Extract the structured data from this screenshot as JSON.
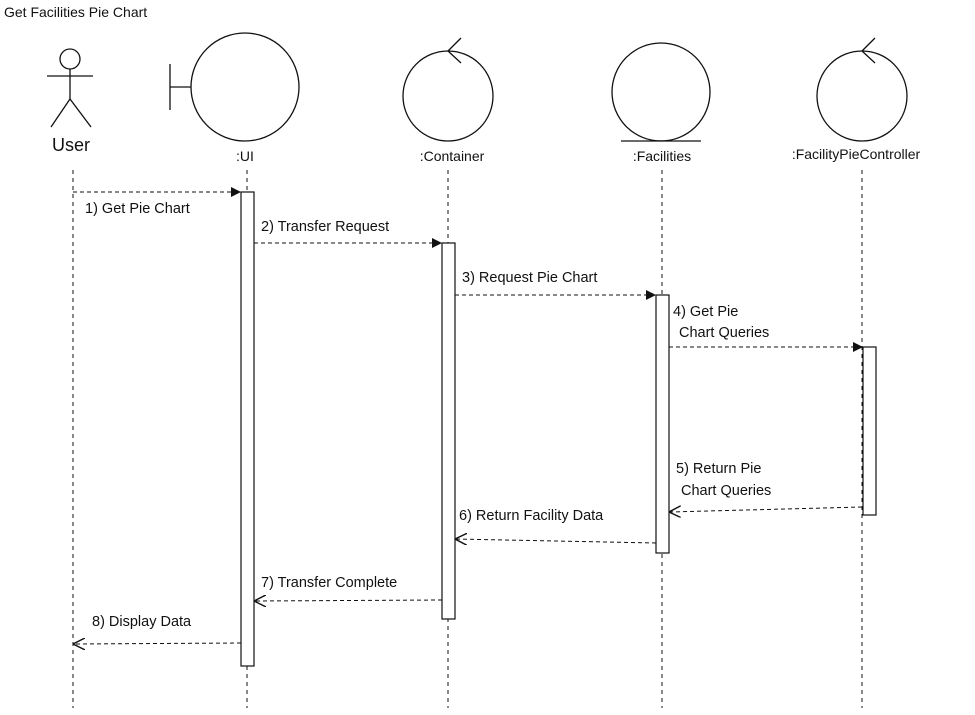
{
  "title": "Get Facilities Pie Chart",
  "participants": [
    {
      "id": "user",
      "label": "User",
      "kind": "actor-icon"
    },
    {
      "id": "ui",
      "label": ":UI",
      "kind": "boundary-icon"
    },
    {
      "id": "container",
      "label": ":Container",
      "kind": "control-icon"
    },
    {
      "id": "facilities",
      "label": ":Facilities",
      "kind": "entity-icon"
    },
    {
      "id": "controller",
      "label": ":FacilityPieController",
      "kind": "control-icon"
    }
  ],
  "messages": [
    {
      "label": "1) Get Pie Chart",
      "from": "user",
      "to": "ui",
      "kind": "call"
    },
    {
      "label": "2) Transfer Request",
      "from": "ui",
      "to": "container",
      "kind": "call"
    },
    {
      "label": "3) Request Pie Chart",
      "from": "container",
      "to": "facilities",
      "kind": "call"
    },
    {
      "lines": [
        "4) Get Pie",
        "Chart Queries"
      ],
      "from": "facilities",
      "to": "controller",
      "kind": "call"
    },
    {
      "lines": [
        "5) Return Pie",
        "Chart Queries"
      ],
      "from": "controller",
      "to": "facilities",
      "kind": "return"
    },
    {
      "label": "6) Return Facility Data",
      "from": "facilities",
      "to": "container",
      "kind": "return"
    },
    {
      "label": "7) Transfer Complete",
      "from": "container",
      "to": "ui",
      "kind": "return"
    },
    {
      "label": "8) Display Data",
      "from": "ui",
      "to": "user",
      "kind": "return"
    }
  ]
}
